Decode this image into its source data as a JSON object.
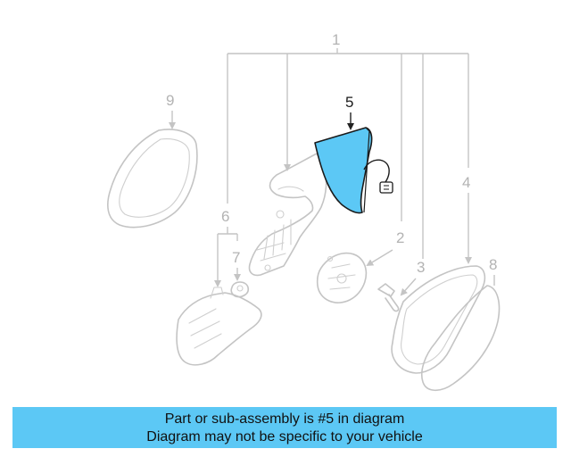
{
  "diagram": {
    "callouts": {
      "c1": "1",
      "c2": "2",
      "c3": "3",
      "c4": "4",
      "c5": "5",
      "c6": "6",
      "c7": "7",
      "c8": "8",
      "c9": "9"
    },
    "highlighted_part": "5",
    "highlight_color": "#5cc8f5"
  },
  "caption": {
    "line1": "Part or sub-assembly is #5 in diagram",
    "line2": "Diagram may not be specific to your vehicle",
    "background": "#5cc8f5"
  }
}
